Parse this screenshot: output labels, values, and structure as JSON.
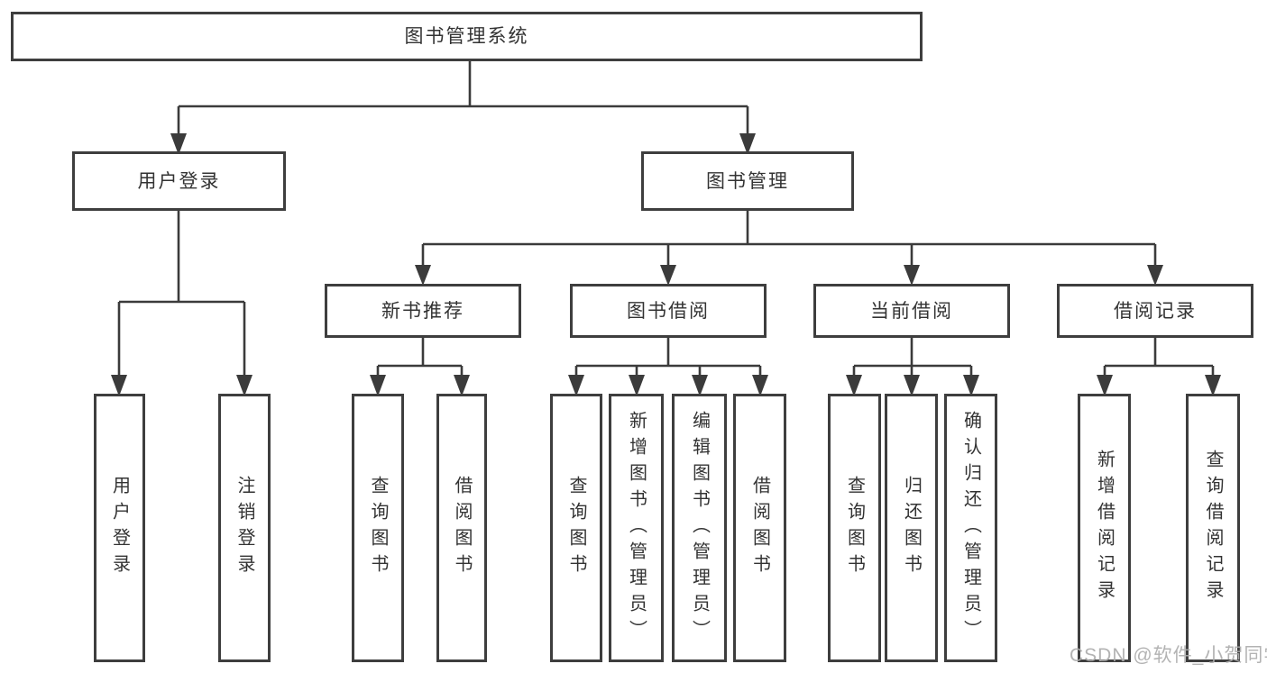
{
  "tree": {
    "label": "图书管理系统",
    "children": [
      {
        "label": "用户登录",
        "children": [
          {
            "label": "用户登录"
          },
          {
            "label": "注销登录"
          }
        ]
      },
      {
        "label": "图书管理",
        "children": [
          {
            "label": "新书推荐",
            "children": [
              {
                "label": "查询图书"
              },
              {
                "label": "借阅图书"
              }
            ]
          },
          {
            "label": "图书借阅",
            "children": [
              {
                "label": "查询图书"
              },
              {
                "label": "新增图书（管理员）"
              },
              {
                "label": "编辑图书（管理员）"
              },
              {
                "label": "借阅图书"
              }
            ]
          },
          {
            "label": "当前借阅",
            "children": [
              {
                "label": "查询图书"
              },
              {
                "label": "归还图书"
              },
              {
                "label": "确认归还（管理员）"
              }
            ]
          },
          {
            "label": "借阅记录",
            "children": [
              {
                "label": "新增借阅记录"
              },
              {
                "label": "查询借阅记录"
              }
            ]
          }
        ]
      }
    ]
  },
  "watermark": "CSDN @软件_小贺同学",
  "colors": {
    "line": "#3b3b3b",
    "box_border": "#3e3e3e",
    "text": "#333333",
    "watermark": "#acacac",
    "background": "#ffffff"
  }
}
